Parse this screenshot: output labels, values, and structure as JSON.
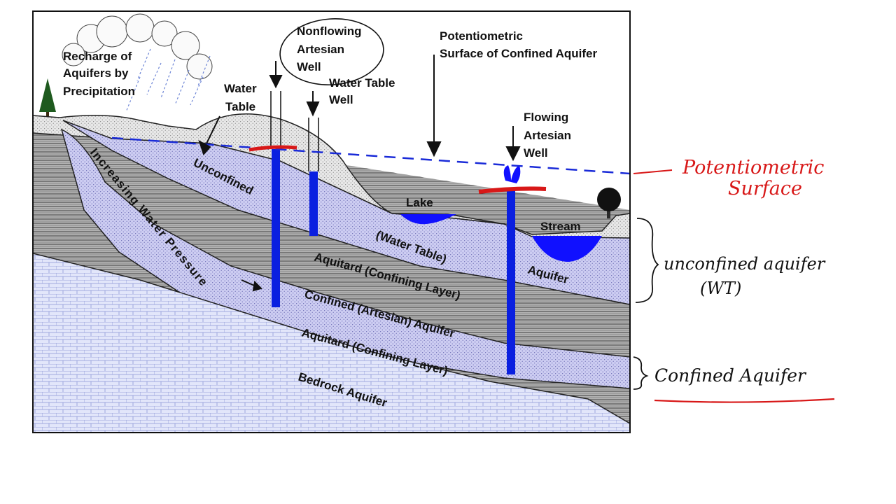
{
  "labels": {
    "recharge": [
      "Recharge of",
      "Aquifers by",
      "Precipitation"
    ],
    "water_table": [
      "Water",
      "Table"
    ],
    "nonflowing_well": [
      "Nonflowing",
      "Artesian",
      "Well"
    ],
    "water_table_well": [
      "Water Table",
      "Well"
    ],
    "potentiometric_surface_confined": [
      "Potentiometric",
      "Surface of Confined Aquifer"
    ],
    "flowing_well": [
      "Flowing",
      "Artesian",
      "Well"
    ],
    "lake": "Lake",
    "stream": "Stream",
    "unconfined": "Unconfined",
    "water_table_layer": "(Water Table)",
    "aquifer": "Aquifer",
    "increasing_pressure": "Increasing Water Pressure",
    "aquitard_upper": "Aquitard (Confining Layer)",
    "confined_aquifer": "Confined (Artesian) Aquifer",
    "aquitard_lower": "Aquitard (Confining Layer)",
    "bedrock": "Bedrock Aquifer"
  },
  "annotations": {
    "potentiometric": [
      "Potentiometric",
      "Surface"
    ],
    "unconfined_aquifer": [
      "unconfined aquifer",
      "(WT)"
    ],
    "confined_aquifer": "Confined Aquifer"
  },
  "colors": {
    "sky": "#ffffff",
    "aquifer": "#c9c9f2",
    "aquitard": "#a9a9a9",
    "bedrock": "#dde3f8",
    "surface_soil": "#e4e4e4",
    "water": "#1010ff",
    "well": "#0a1fe0",
    "annotation_red": "#d81818",
    "dashed_line": "#1a2bd8"
  }
}
